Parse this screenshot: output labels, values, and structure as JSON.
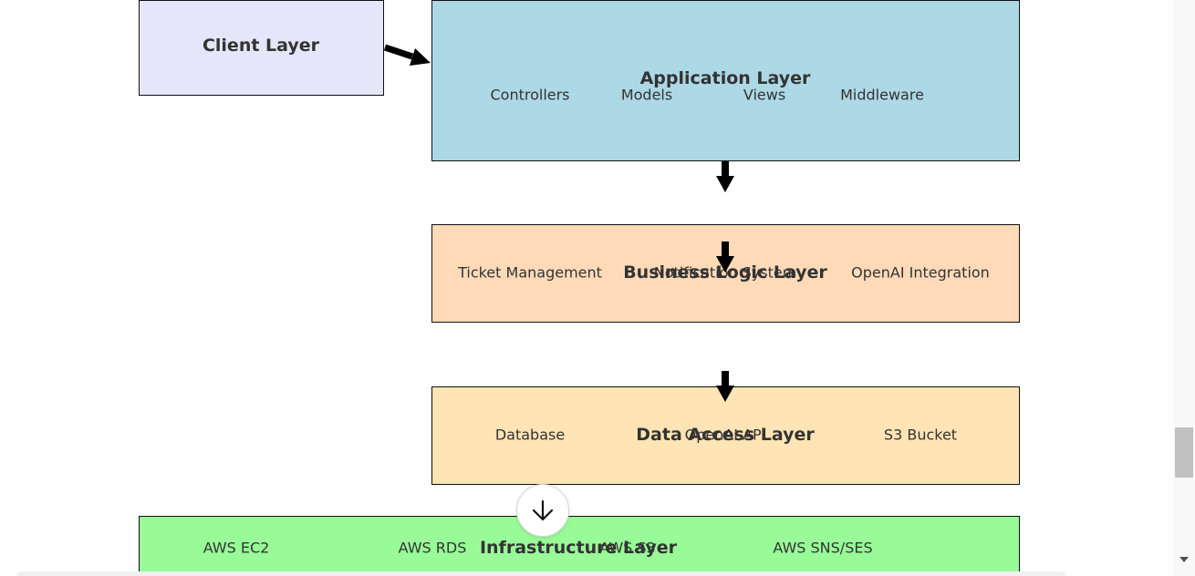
{
  "diagram": {
    "client_layer": {
      "title": "Client Layer"
    },
    "application_layer": {
      "title": "Application Layer",
      "components": [
        "Controllers",
        "Models",
        "Views",
        "Middleware"
      ]
    },
    "business_logic_layer": {
      "title": "Business Logic Layer",
      "components": [
        "Ticket Management",
        "Notification System",
        "OpenAI Integration"
      ]
    },
    "data_access_layer": {
      "title": "Data Access Layer",
      "components": [
        "Database",
        "OpenAI API",
        "S3 Bucket"
      ]
    },
    "infrastructure_layer": {
      "title": "Infrastructure Layer",
      "components": [
        "AWS EC2",
        "AWS RDS",
        "AWS S3",
        "AWS SNS/SES"
      ]
    }
  },
  "colors": {
    "client": "#e6e6fa",
    "application": "#add8e6",
    "business": "#ffdab9",
    "data": "#ffe4b5",
    "infrastructure": "#98fb98"
  },
  "icons": {
    "scroll_down_button": "arrow-down-icon",
    "scrollbar_down": "triangle-down-icon"
  }
}
